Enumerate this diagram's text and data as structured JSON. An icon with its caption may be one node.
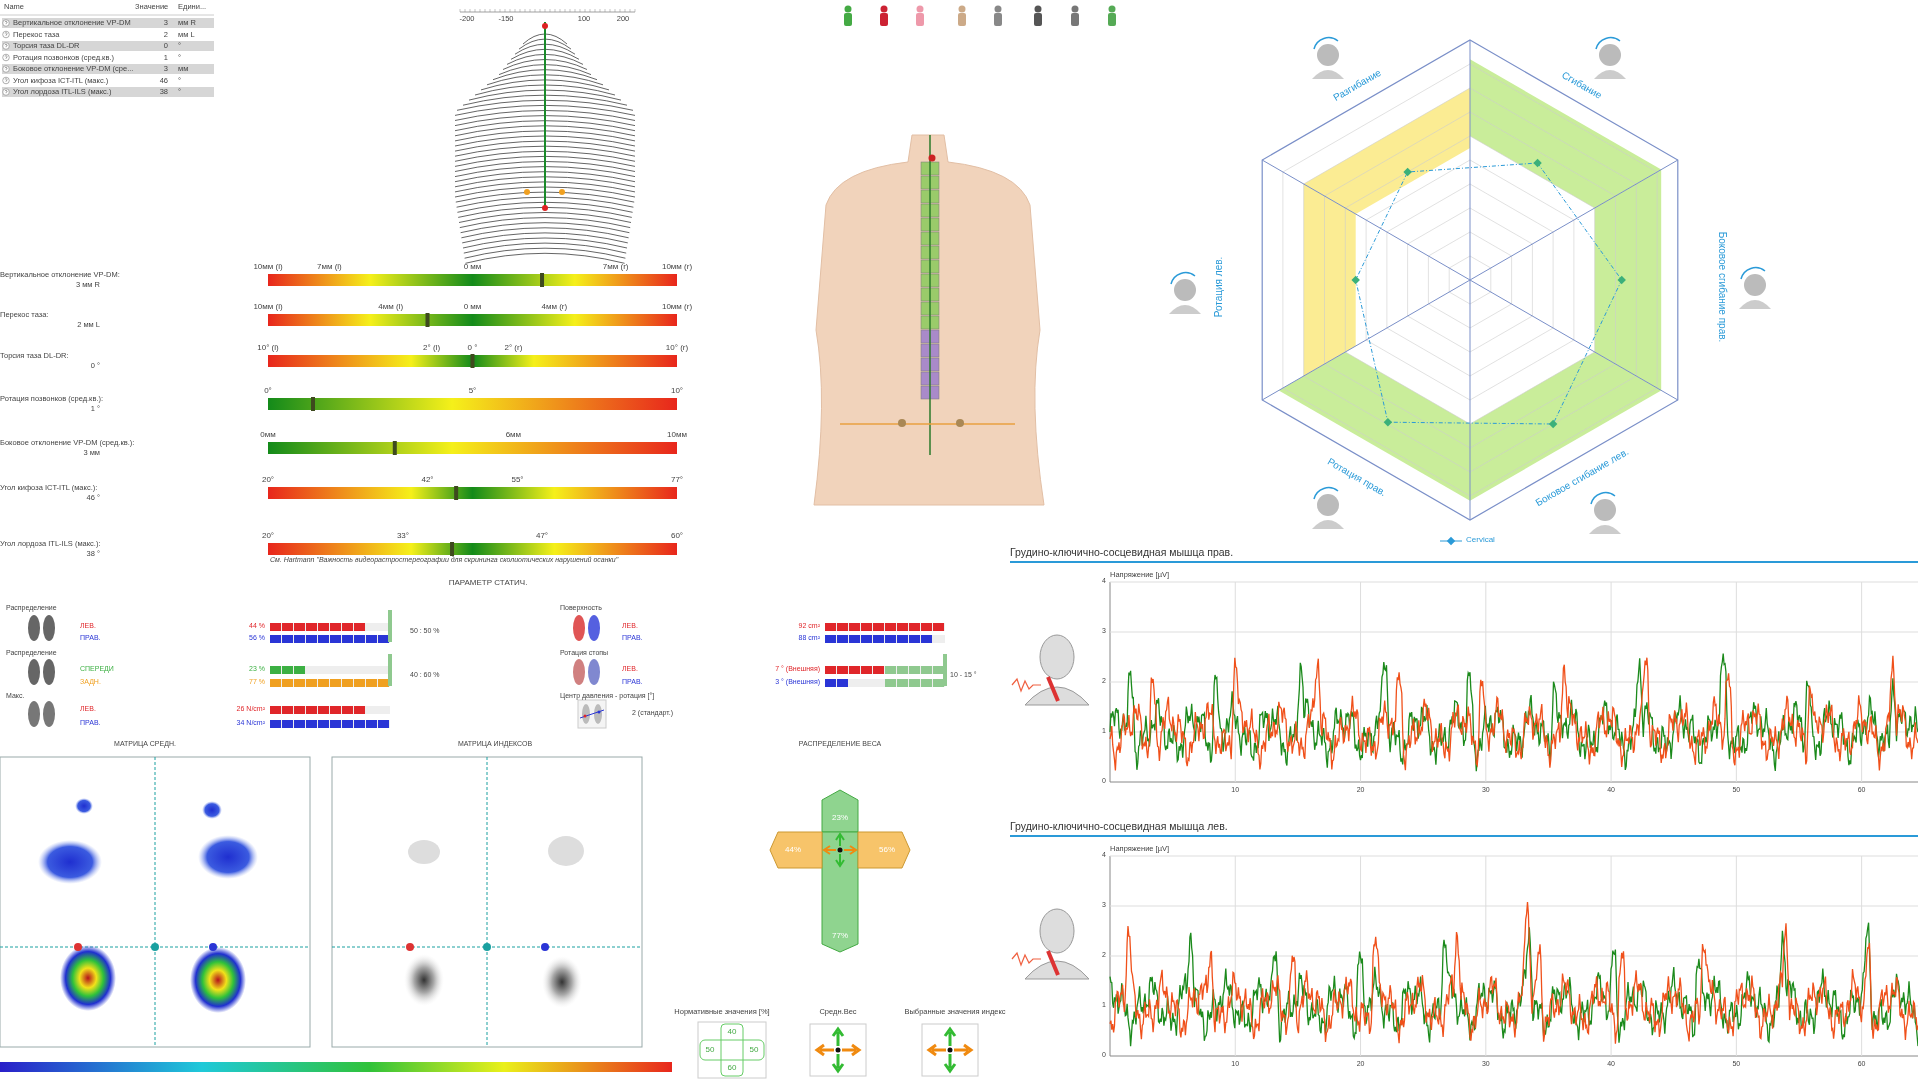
{
  "diagram": {
    "labels": [
      "Name",
      "Значение",
      "Едини...",
      "Вертикальное отклонение VP-DM",
      "3",
      "мм R",
      "Перекос таза",
      "2",
      "мм L",
      "Торсия таза DL-DR",
      "0",
      "°",
      "Ротация позвонков (сред.кв.)",
      "1",
      "°",
      "Боковое отклонение VP-DM (сре...",
      "3",
      "мм",
      "Угол кифоза ICT-ITL (макс.)",
      "46",
      "°",
      "Угол лордоза ITL-ILS (макс.)",
      "38",
      "°",
      "-200",
      "-150",
      "100",
      "200",
      "Вертикальное отклонение VP-DM:",
      "3 мм R",
      "10мм (l)",
      "7мм (l)",
      "0 мм",
      "7мм (r)",
      "10мм (r)",
      "Перекос таза:",
      "2 мм L",
      "10мм (l)",
      "4мм (l)",
      "0 мм",
      "4мм (r)",
      "10мм (r)",
      "Торсия таза DL-DR:",
      "0 °",
      "10° (l)",
      "2° (l)",
      "0 °",
      "2° (r)",
      "10° (r)",
      "Ротация позвонков (сред.кв.):",
      "1 °",
      "0°",
      "5°",
      "10°",
      "Боковое отклонение VP-DM (сред.кв.):",
      "3 мм",
      "0мм",
      "6мм",
      "10мм",
      "Угол кифоза ICT-ITL (макс.):",
      "46 °",
      "20°",
      "42°",
      "55°",
      "77°",
      "Угол лордоза ITL-ILS (макс.):",
      "38 °",
      "20°",
      "33°",
      "47°",
      "60°",
      "См. Hartmann \"Важность видеорастростереографии для скрининга сколиотических нарушений осанки\"",
      "ПАРАМЕТР СТАТИЧ.",
      "Распределение",
      "ЛЕВ.",
      "ПРАВ.",
      "44 %",
      "56 %",
      "50 : 50 %",
      "Распределение",
      "СПЕРЕДИ",
      "ЗАДН.",
      "23 %",
      "77 %",
      "40 : 60 %",
      "Макс.",
      "ЛЕВ.",
      "ПРАВ.",
      "26 N/cm²",
      "34 N/cm²",
      "Поверхность",
      "ЛЕВ.",
      "ПРАВ.",
      "92 cm²",
      "88 cm²",
      "Ротация стопы",
      "ЛЕВ.",
      "ПРАВ.",
      "7 ° (Внешняя)",
      "3 ° (Внешняя)",
      "10 - 15 °",
      "Центр давления - ротация [°]",
      "2 (стандарт.)",
      "МАТРИЦА СРЕДН.",
      "МАТРИЦА ИНДЕКСОВ",
      "РАСПРЕДЕЛЕНИЕ ВЕСА",
      "23%",
      "44%",
      "56%",
      "77%",
      "Нормативные значения [%]",
      "40",
      "50",
      "50",
      "60",
      "Средн.Вес",
      "Выбранные значения индекс",
      "Разгибание",
      "Сгибание",
      "Ротация лев.",
      "Боковое сгибание прав.",
      "Ротация прав.",
      "Боковое сгибание лев.",
      "Грудино-ключично-сосцевидная мышца прав.",
      "Напряжение [µV]",
      "4",
      "3",
      "2",
      "1",
      "0",
      "10",
      "20",
      "30",
      "40",
      "50",
      "60",
      "Грудино-ключично-сосцевидная мышца лев.",
      "Напряжение [µV]",
      "4",
      "3",
      "2",
      "1",
      "0",
      "10",
      "20",
      "30",
      "40",
      "50",
      "60"
    ],
    "legend": [
      {
        "text": "Cervical"
      }
    ]
  }
}
